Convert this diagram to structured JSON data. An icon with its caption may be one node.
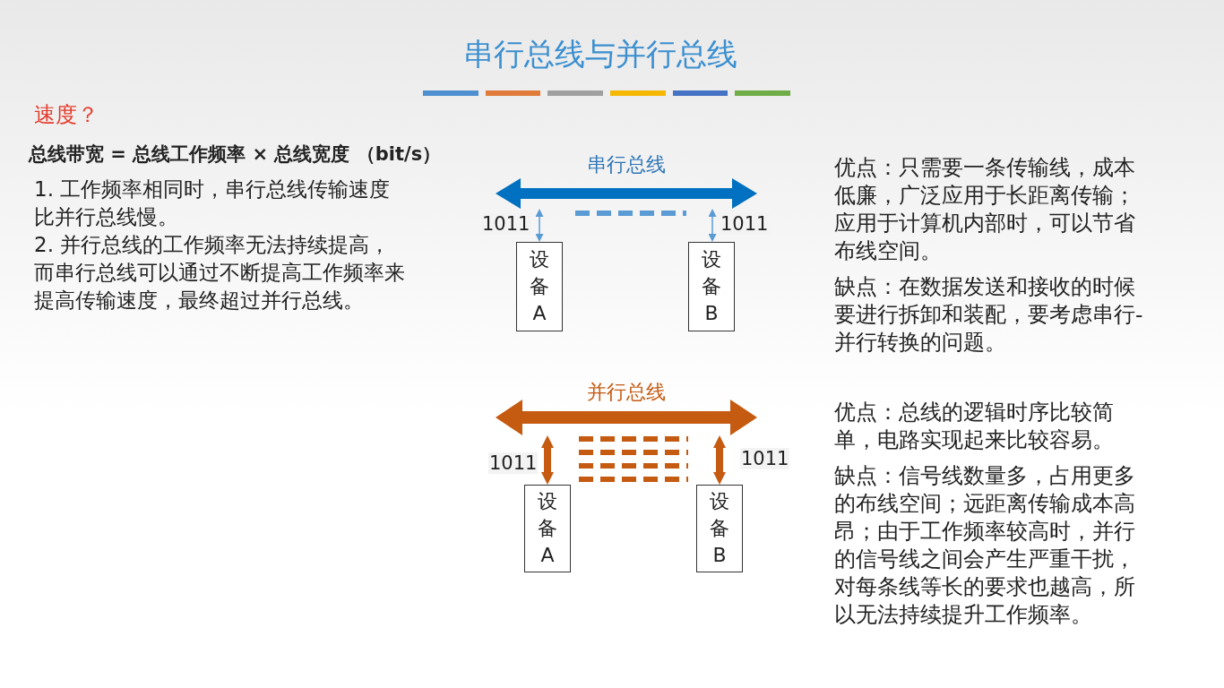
{
  "diagram": {
    "title": "串行总线与并行总线",
    "nodes": [
      {
        "text": [
          "串行总线"
        ]
      },
      {
        "text": [
          "设备A"
        ]
      },
      {
        "text": [
          "设备B"
        ]
      },
      {
        "text": [
          "并行总线"
        ]
      },
      {
        "text": [
          "设备A"
        ]
      },
      {
        "text": [
          "设备B"
        ]
      }
    ],
    "edges": [
      {
        "from": 0,
        "to": 1,
        "arrow": "both",
        "label": "1011",
        "color": "#5b9bd5"
      },
      {
        "from": 0,
        "to": 2,
        "arrow": "both",
        "label": "1011",
        "color": "#5b9bd5"
      },
      {
        "from": 3,
        "to": 4,
        "arrow": "both",
        "label": "1011",
        "style": "thick",
        "color": "#c55a11"
      },
      {
        "from": 3,
        "to": 5,
        "arrow": "both",
        "label": "1011",
        "style": "thick",
        "color": "#c55a11"
      }
    ],
    "labels": [
      "速度？",
      "总线带宽 = 总线工作频率 × 总线宽度 （bit/s）",
      "1. 工作频率相同时，串行总线传输速度比并行总线慢。",
      "2. 并行总线的工作频率无法持续提高，而串行总线可以通过不断提高工作频率来提高传输速度，最终超过并行总线。",
      "优点：只需要一条传输线，成本低廉，广泛应用于长距离传输；应用于计算机内部时，可以节省布线空间。",
      "缺点：在数据发送和接收的时候要进行拆卸和装配，要考虑串行-并行转换的问题。",
      "优点：总线的逻辑时序比较简单，电路实现起来比较容易。",
      "缺点：信号线数量多，占用更多的布线空间；远距离传输成本高昂；由于工作频率较高时，并行的信号线之间会产生严重干扰，对每条线等长的要求也越高，所以无法持续提升工作频率。"
    ]
  }
}
